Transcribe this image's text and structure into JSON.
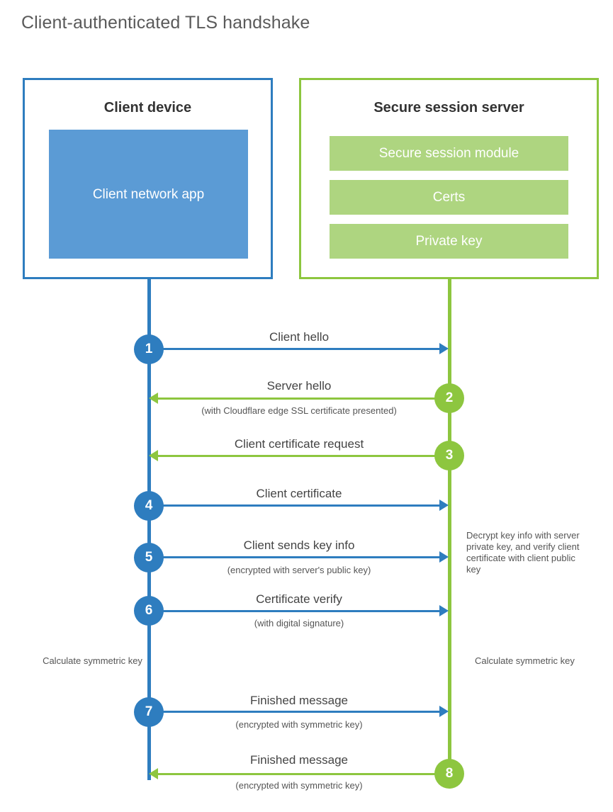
{
  "title": "Client-authenticated TLS handshake",
  "colors": {
    "client_blue": "#2E7DBF",
    "client_app_fill": "#5B9BD5",
    "server_green": "#8DC63F",
    "server_bar_fill": "#AED580",
    "text_gray": "#444444",
    "title_gray": "#5A5A5A"
  },
  "client": {
    "title": "Client device",
    "app_label": "Client network app"
  },
  "server": {
    "title": "Secure session server",
    "bars": [
      {
        "label": "Secure session module"
      },
      {
        "label": "Certs"
      },
      {
        "label": "Private key"
      }
    ]
  },
  "steps": [
    {
      "number": "1",
      "label": "Client hello",
      "sublabel": "",
      "direction": "client-to-server",
      "origin": "client"
    },
    {
      "number": "2",
      "label": "Server hello",
      "sublabel": "(with Cloudflare edge SSL certificate presented)",
      "direction": "server-to-client",
      "origin": "server"
    },
    {
      "number": "3",
      "label": "Client certificate request",
      "sublabel": "",
      "direction": "server-to-client",
      "origin": "server"
    },
    {
      "number": "4",
      "label": "Client certificate",
      "sublabel": "",
      "direction": "client-to-server",
      "origin": "client"
    },
    {
      "number": "5",
      "label": "Client sends key info",
      "sublabel": "(encrypted with server's public key)",
      "direction": "client-to-server",
      "origin": "client"
    },
    {
      "number": "6",
      "label": "Certificate verify",
      "sublabel": "(with digital signature)",
      "direction": "client-to-server",
      "origin": "client"
    },
    {
      "number": "7",
      "label": "Finished message",
      "sublabel": "(encrypted with symmetric key)",
      "direction": "client-to-server",
      "origin": "client"
    },
    {
      "number": "8",
      "label": "Finished message",
      "sublabel": "(encrypted with symmetric key)",
      "direction": "server-to-client",
      "origin": "server"
    }
  ],
  "annotations": {
    "server_decrypt_note": "Decrypt key info with server private key, and verify client certificate with client public key",
    "client_calculate_note": "Calculate symmetric key",
    "server_calculate_note": "Calculate symmetric key"
  }
}
